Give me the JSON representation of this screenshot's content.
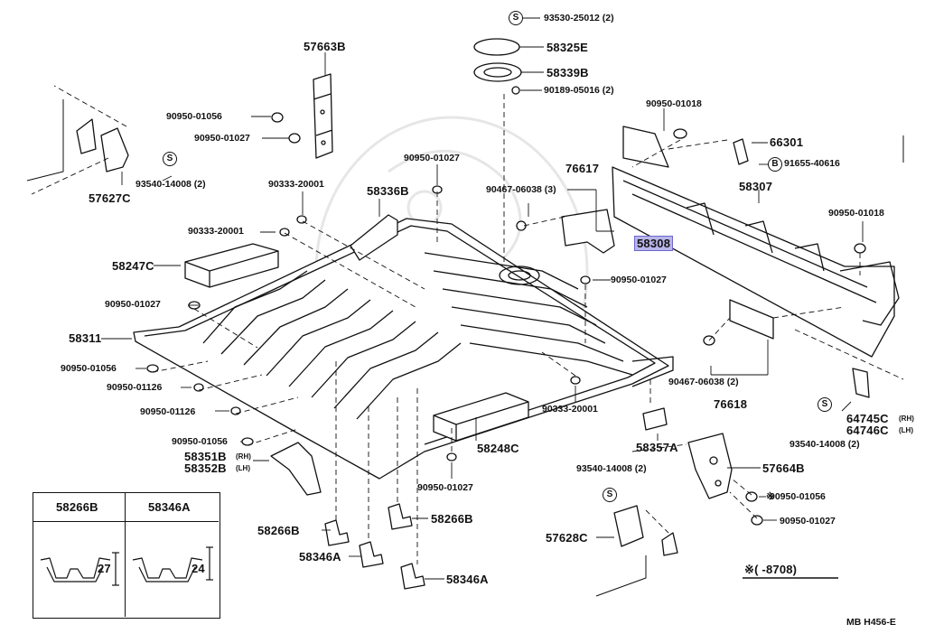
{
  "labels": {
    "p93530": "93530-25012 (2)",
    "p58325E": "58325E",
    "p58339B": "58339B",
    "p90189": "90189-05016 (2)",
    "p57663B": "57663B",
    "p90950_01056_a": "90950-01056",
    "p90950_01027_a": "90950-01027",
    "p93540_a": "93540-14008 (2)",
    "p57627C": "57627C",
    "p90950_01018_a": "90950-01018",
    "p66301": "66301",
    "p91655": "91655-40616",
    "p58307": "58307",
    "p90950_01018_b": "90950-01018",
    "p90950_01027_b": "90950-01027",
    "p76617": "76617",
    "p90467_a": "90467-06038 (3)",
    "p58308": "58308",
    "p90333_a": "90333-20001",
    "p58336B": "58336B",
    "p90333_b": "90333-20001",
    "p58247C": "58247C",
    "p90950_01027_c": "90950-01027",
    "p90950_01027_d": "90950-01027",
    "p58311": "58311",
    "p90950_01056_b": "90950-01056",
    "p90950_01126_a": "90950-01126",
    "p90950_01126_b": "90950-01126",
    "p90467_b": "90467-06038 (2)",
    "p76618": "76618",
    "p90333_c": "90333-20001",
    "p58248C": "58248C",
    "p90950_01056_c": "90950-01056",
    "p58351B": "58351B",
    "p58351B_side": "(RH)",
    "p58352B": "58352B",
    "p58352B_side": "(LH)",
    "p90950_01027_e": "90950-01027",
    "p58357A": "58357A",
    "p93540_b": "93540-14008 (2)",
    "p57664B": "57664B",
    "p90950_01056_d": "90950-01056",
    "p90950_01027_f": "90950-01027",
    "p57628C": "57628C",
    "p64745C": "64745C",
    "p64745C_side": "(RH)",
    "p64746C": "64746C",
    "p64746C_side": "(LH)",
    "p93540_c": "93540-14008 (2)",
    "p58266B_a": "58266B",
    "p58266B_b": "58266B",
    "p58346A_a": "58346A",
    "p58346A_b": "58346A",
    "p_note": "※(   -8708)",
    "p_footer": "MB  H456-E"
  },
  "marks": {
    "asterisk": "※",
    "s": "S",
    "b": "B"
  },
  "inset": {
    "col1_title": "58266B",
    "col2_title": "58346A",
    "dim1": "27",
    "dim2": "24"
  },
  "highlight_color": "#b8b5ea"
}
